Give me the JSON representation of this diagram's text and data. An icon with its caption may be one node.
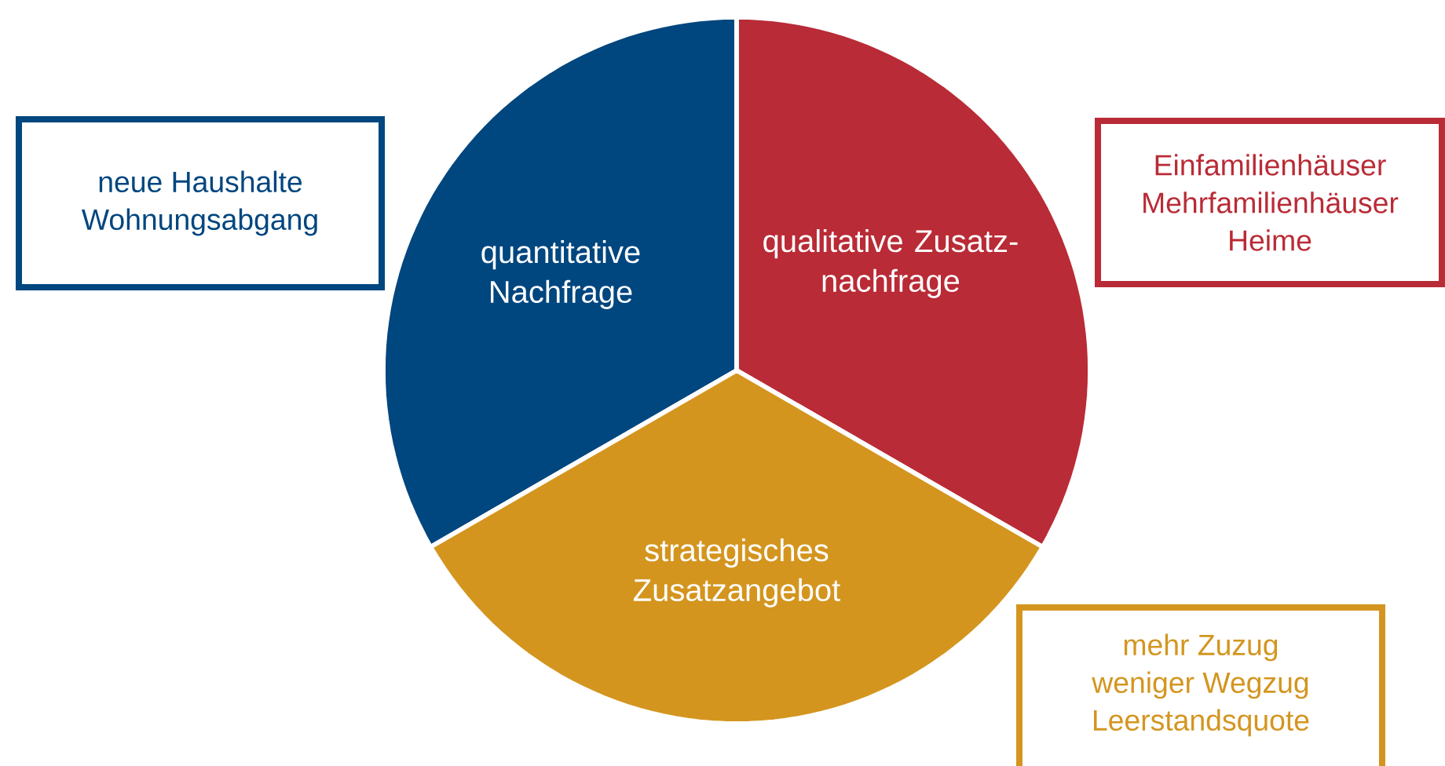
{
  "diagram": {
    "nodes": [
      {
        "text": [
          "neue Haushalte",
          "Wohnungsabgang"
        ]
      },
      {
        "text": [
          "quantitative Nachfrage"
        ]
      },
      {
        "text": [
          "qualitative Zusatz- nachfrage"
        ]
      },
      {
        "text": [
          "Einfamilienhäuser",
          "Mehrfamilienhäuser",
          "Heime"
        ]
      },
      {
        "text": [
          "strategisches Zusatzangebot"
        ]
      },
      {
        "text": [
          "mehr Zuzug",
          "weniger Wegzug",
          "Leerstandsquote"
        ]
      }
    ]
  }
}
